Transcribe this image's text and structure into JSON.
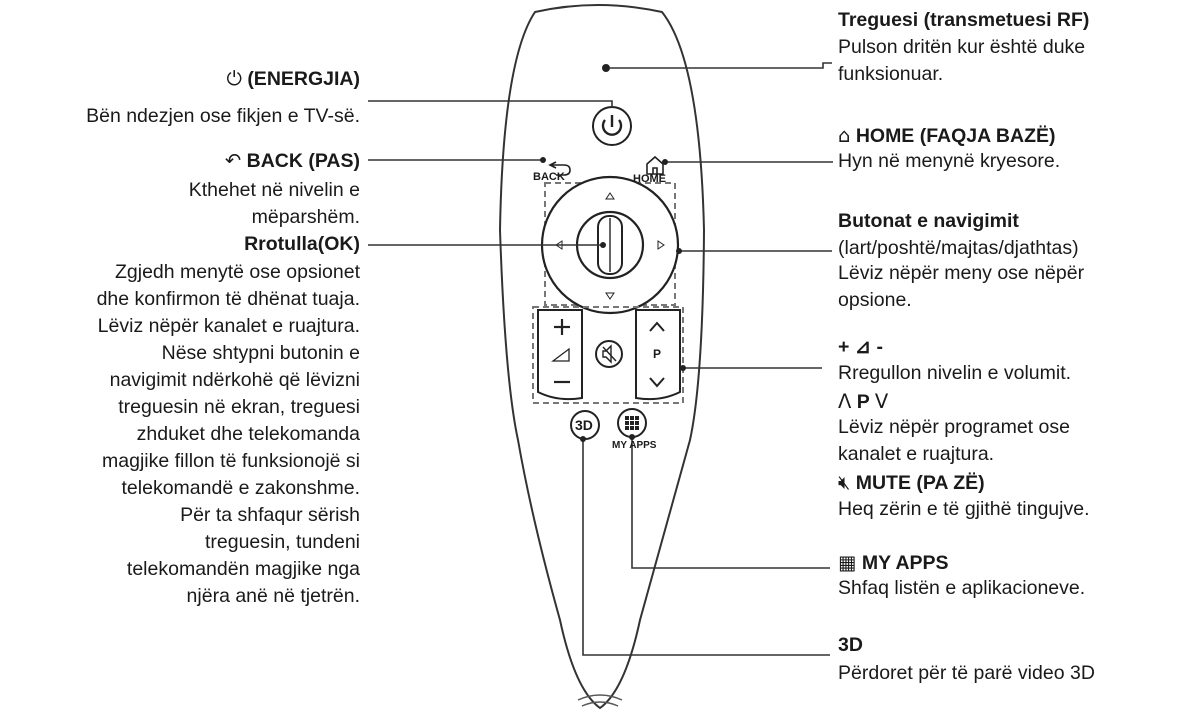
{
  "left": {
    "power": {
      "title": "(ENERGJIA)",
      "desc": "Bën ndezjen ose fikjen e TV-së."
    },
    "back": {
      "title": "BACK (PAS)",
      "desc": [
        "Kthehet në nivelin e",
        "mëparshëm."
      ]
    },
    "wheel": {
      "title": "Rrotulla(OK)",
      "desc": [
        "Zgjedh menytë ose opsionet",
        "dhe konfirmon të dhënat tuaja.",
        "Lëviz nëpër kanalet e ruajtura.",
        "Nëse shtypni butonin e",
        "navigimit ndërkohë që lëvizni",
        "treguesin në ekran, treguesi",
        "zhduket dhe telekomanda",
        "magjike fillon të funksionojë si",
        "telekomandë e zakonshme.",
        "Për ta shfaqur sërish",
        "treguesin, tundeni",
        "telekomandën magjike nga",
        "njëra anë në tjetrën."
      ]
    }
  },
  "right": {
    "pointer": {
      "title": "Treguesi (transmetuesi RF)",
      "desc": [
        "Pulson dritën kur është duke",
        "funksionuar."
      ]
    },
    "home": {
      "title": "HOME (FAQJA BAZË)",
      "desc": "Hyn në menynë kryesore."
    },
    "nav": {
      "title": "Butonat e navigimit",
      "desc": [
        "(lart/poshtë/majtas/djathtas)",
        "Lëviz nëpër meny ose nëpër",
        "opsione."
      ]
    },
    "volume": {
      "title": "+ ⊿ -",
      "desc": "Rregullon nivelin e volumit."
    },
    "program": {
      "title": "P",
      "desc": [
        "Lëviz nëpër programet ose",
        "kanalet e ruajtura."
      ]
    },
    "mute": {
      "title": "MUTE (PA ZË)",
      "desc": "Heq zërin e të gjithë tingujve."
    },
    "apps": {
      "title": "MY APPS",
      "desc": "Shfaq listën e aplikacioneve."
    },
    "threed": {
      "title": "3D",
      "desc": "Përdoret për të parë video 3D"
    }
  },
  "remote": {
    "back_label": "BACK",
    "home_label": "HOME",
    "p_label": "P",
    "threed_label": "3D",
    "myapps_label": "MY APPS"
  },
  "icons": [
    "power-icon",
    "back-arrow-icon",
    "home-icon",
    "mute-icon",
    "apps-grid-icon",
    "volume-triangle-icon",
    "chevron-up-icon",
    "chevron-down-icon"
  ]
}
